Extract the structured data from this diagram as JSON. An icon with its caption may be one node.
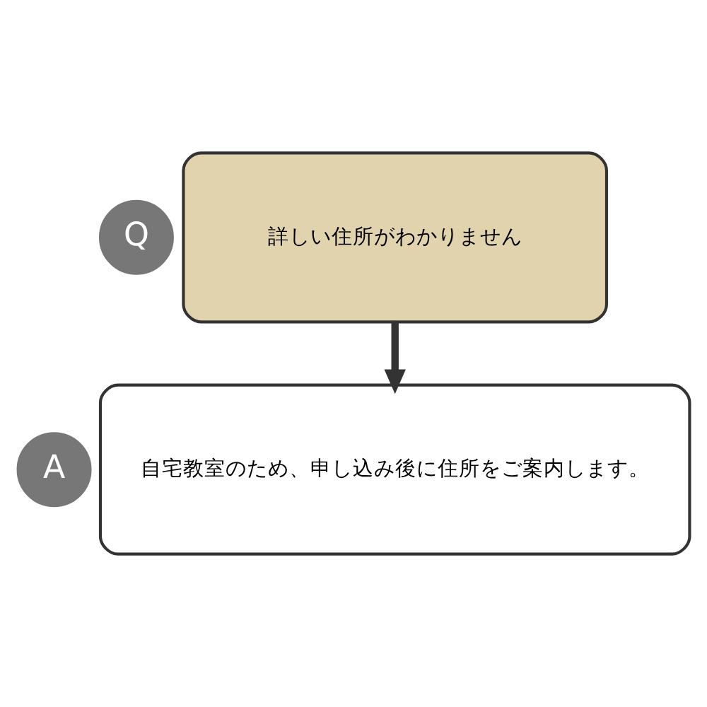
{
  "diagram": {
    "nodes": [
      {
        "text": [
          "Q"
        ]
      },
      {
        "text": [
          "詳しい住所がわかりません"
        ]
      },
      {
        "text": [
          "A"
        ]
      },
      {
        "text": [
          "自宅教室のため、申し込み後に住所をご案内します。"
        ]
      }
    ],
    "edges": [
      {
        "from": 1,
        "to": 3,
        "arrow": "to"
      }
    ]
  }
}
